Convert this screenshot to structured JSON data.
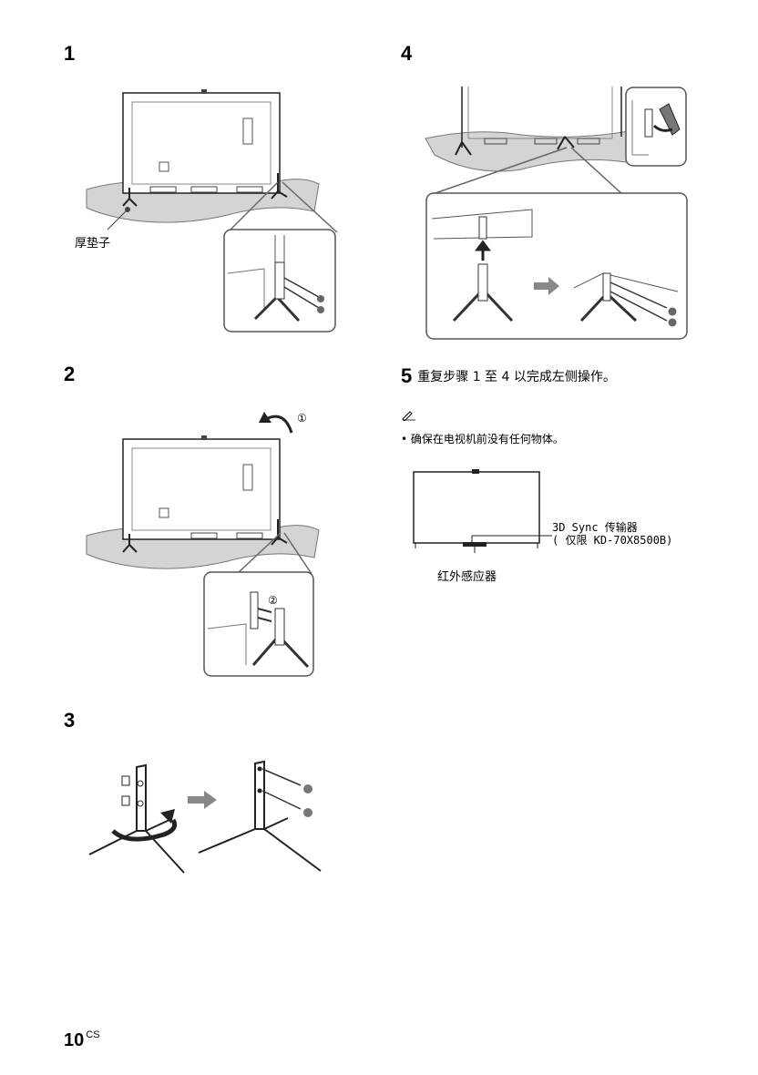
{
  "steps": {
    "s1": "1",
    "s2": "2",
    "s3": "3",
    "s4": "4"
  },
  "step1": {
    "cushion_label": "厚垫子"
  },
  "step2": {
    "callout_1": "①",
    "callout_2": "②"
  },
  "step5": {
    "number": "5",
    "text": "重复步骤 1 至 4 以完成左侧操作。"
  },
  "note": {
    "icon": "pencil-note-icon",
    "bullet": "•",
    "text": "确保在电视机前没有任何物体。"
  },
  "tv_diagram": {
    "sync_label_line1": "3D Sync 传输器",
    "sync_label_line2": "( 仅限 KD-70X8500B)",
    "ir_label": "红外感应器"
  },
  "page": {
    "number": "10",
    "suffix": "CS"
  }
}
